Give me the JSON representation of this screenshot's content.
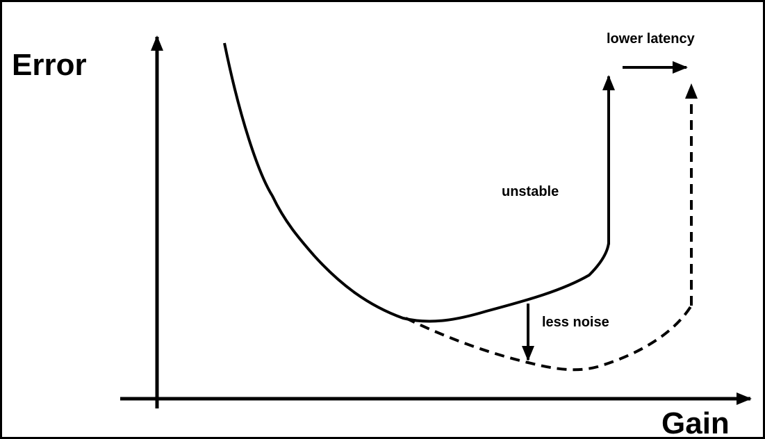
{
  "diagram": {
    "y_axis_label": "Error",
    "x_axis_label": "Gain",
    "annotations": {
      "lower_latency": "lower latency",
      "unstable": "unstable",
      "less_noise": "less noise"
    },
    "colors": {
      "ink": "#000000",
      "background": "#ffffff"
    }
  }
}
